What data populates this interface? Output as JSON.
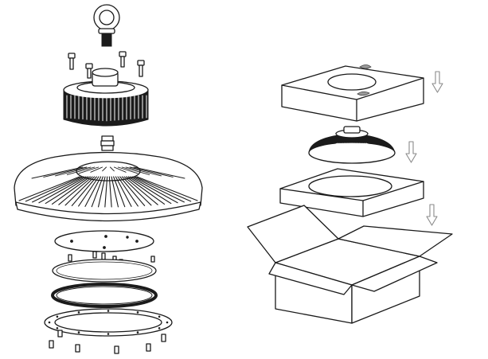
{
  "diagram": {
    "left_assembly": {
      "parts": [
        "eye-bolt",
        "top-screws",
        "driver-housing",
        "connector",
        "lamp-body",
        "diffuser-plate",
        "lens",
        "gasket",
        "retaining-ring",
        "ring-screws"
      ]
    },
    "right_packaging": {
      "parts": [
        "top-foam-pad",
        "packaged-lamp",
        "foam-tray",
        "carton-box"
      ],
      "arrows": [
        "down-arrow",
        "down-arrow",
        "down-arrow"
      ]
    },
    "colors": {
      "line": "#1a1a1a",
      "fill_dark": "#1b1b1b",
      "arrow": "#8a8a8a",
      "background": "#ffffff"
    }
  }
}
